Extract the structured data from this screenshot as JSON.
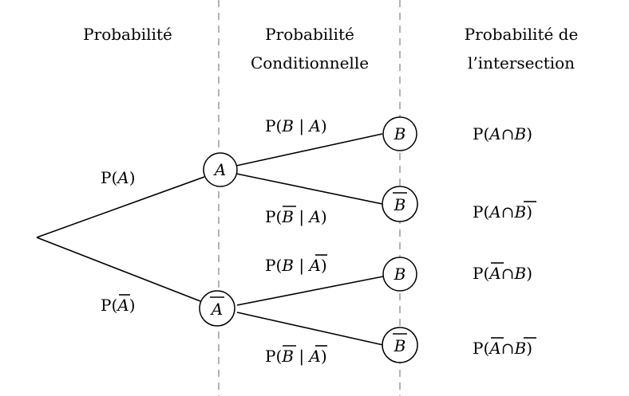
{
  "headers": {
    "col1": "Probabilité",
    "col2_line1": "Probabilité",
    "col2_line2": "Conditionnelle",
    "col3_line1": "Probabilité de",
    "col3_line2": "l’intersection"
  },
  "nodes": {
    "A": "A",
    "A_bar": "A",
    "B1": "B",
    "B1_bar": "B",
    "B2": "B",
    "B2_bar": "B"
  },
  "branch_labels": {
    "p_A": {
      "prefix": "P(",
      "var": "A",
      "suffix": ")"
    },
    "p_A_bar": {
      "prefix": "P(",
      "var": "A",
      "suffix": ")"
    },
    "p_B_given_A": {
      "prefix": "P(",
      "var1": "B",
      "mid": " | ",
      "var2": "A",
      "suffix": ")"
    },
    "p_Bbar_given_A": {
      "prefix": "P(",
      "var1": "B",
      "mid": " | ",
      "var2": "A",
      "suffix": ")"
    },
    "p_B_given_Abar": {
      "prefix": "P(",
      "var1": "B",
      "mid": " | ",
      "var2": "A",
      "suffix": ")"
    },
    "p_Bbar_given_Abar": {
      "prefix": "P(",
      "var1": "B",
      "mid": " | ",
      "var2": "A",
      "suffix": ")"
    }
  },
  "intersections": {
    "A_and_B": {
      "prefix": "P(",
      "var1": "A",
      "op": "∩",
      "var2": "B",
      "suffix": ")"
    },
    "A_and_Bbar": {
      "prefix": "P(",
      "var1": "A",
      "op": "∩",
      "var2": "B",
      "suffix": ")"
    },
    "Abar_and_B": {
      "prefix": "P(",
      "var1": "A",
      "op": "∩",
      "var2": "B",
      "suffix": ")"
    },
    "Abar_and_Bbar": {
      "prefix": "P(",
      "var1": "A",
      "op": "∩",
      "var2": "B",
      "suffix": ")"
    }
  }
}
